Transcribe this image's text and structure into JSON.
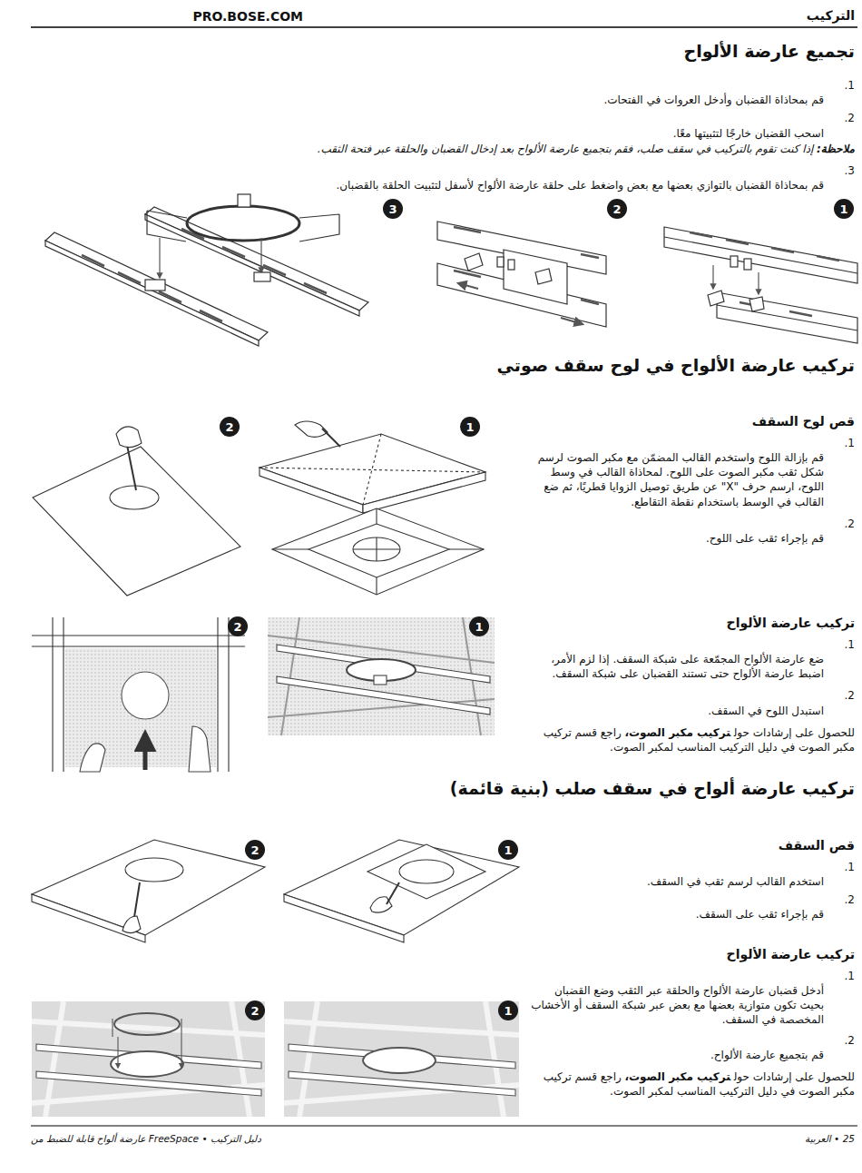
{
  "diagram": {
    "title": "التركيب",
    "nodes": [
      {
        "text": [
          "1"
        ]
      },
      {
        "text": [
          "2"
        ]
      },
      {
        "text": [
          "3"
        ]
      },
      {
        "text": [
          "1"
        ]
      },
      {
        "text": [
          "2"
        ]
      },
      {
        "text": [
          "1"
        ]
      },
      {
        "text": [
          "2"
        ]
      },
      {
        "text": [
          "1"
        ]
      },
      {
        "text": [
          "2"
        ]
      },
      {
        "text": [
          "1"
        ]
      },
      {
        "text": [
          "2"
        ]
      }
    ],
    "labels": [
      "PRO.BOSE.COM",
      "تجميع عارضة الألواح",
      "1.",
      "قم بمحاذاة القضبان وأدخل العروات في الفتحات.",
      "2.",
      "اسحب القضبان خارجًا لتثبيتها معًا.",
      "ملاحظة:",
      "إذا كنت تقوم بالتركيب في سقف صلب، فقم بتجميع عارضة الألواح بعد إدخال القضبان والحلقة عبر فتحة الثقب.",
      "3.",
      "قم بمحاذاة القضبان بالتوازي بعضها مع بعض واضغط على حلقة عارضة الألواح لأسفل لتثبيت الحلقة بالقضبان.",
      "تركيب عارضة الألواح في لوح سقف صوتي",
      "قص لوح السقف",
      "1.",
      "قم بإزالة اللوح واستخدم القالب المضمّن مع مكبر الصوت لرسم شكل ثقب مكبر الصوت على اللوح. لمحاذاة القالب في وسط اللوح، ارسم حرف \"X\" عن طريق توصيل الزوايا قطريًا، ثم ضع القالب في الوسط باستخدام نقطة التقاطع.",
      "2.",
      "قم بإجراء ثقب على اللوح.",
      "تركيب عارضة الألواح",
      "1.",
      "ضع عارضة الألواح المجمّعة على شبكة السقف. إذا لزم الأمر، اضبط عارضة الألواح حتى تستند القضبان على شبكة السقف.",
      "2.",
      "استبدل اللوح في السقف.",
      "للحصول على إرشادات حول",
      "تركيب مكبر الصوت،",
      "راجع قسم تركيب مكبر الصوت في دليل التركيب المناسب لمكبر الصوت.",
      "تركيب عارضة ألواح في سقف صلب (بنية قائمة)",
      "قص السقف",
      "1.",
      "استخدم القالب لرسم ثقب في السقف.",
      "2.",
      "قم بإجراء ثقب على السقف.",
      "تركيب عارضة الألواح",
      "1.",
      "أدخل قضبان عارضة الألواح والحلقة عبر الثقب وضع القضبان بحيث تكون متوازية بعضها مع بعض عبر شبكة السقف أو الأخشاب المخصصة في السقف.",
      "2.",
      "قم بتجميع عارضة الألواح.",
      "للحصول على إرشادات حول",
      "تركيب مكبر الصوت،",
      "راجع قسم تركيب مكبر الصوت في دليل التركيب المناسب لمكبر الصوت.",
      "عارضة ألواح قابلة للضبط من FreeSpace • دليل التركيب",
      "25 • العربية"
    ]
  }
}
